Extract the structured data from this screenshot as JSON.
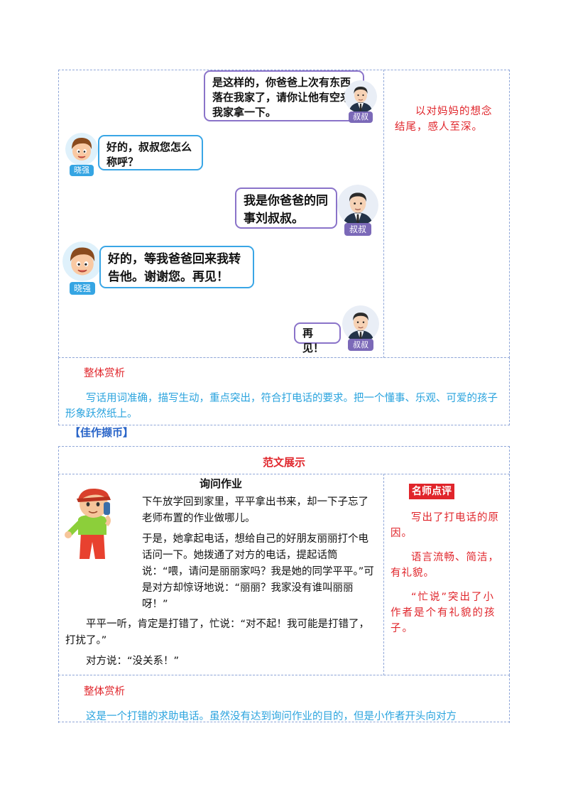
{
  "dialog": [
    {
      "speaker_tag": "叔叔",
      "text": "是这样的，你爸爸上次有东西落在我家了，请你让他有空来我家拿一下。"
    },
    {
      "speaker_tag": "晓强",
      "text": "好的，叔叔您怎么称呼？"
    },
    {
      "speaker_tag": "叔叔",
      "text": "我是你爸爸的同事刘叔叔。"
    },
    {
      "speaker_tag": "晓强",
      "text": "好的，等我爸爸回来我转告他。谢谢您。再见！"
    },
    {
      "speaker_tag": "叔叔",
      "text": "再见！"
    }
  ],
  "top_note": "以对妈妈的想念结尾，感人至深。",
  "overall1": {
    "title": "整体赏析",
    "text": "写话用词准确，描写生动，重点突出，符合打电话的要求。把一个懂事、乐观、可爱的孩子形象跃然纸上。"
  },
  "section_label": "【佳作撷币】",
  "sample": {
    "header": "范文展示",
    "essay_title": "询问作业",
    "paragraphs": [
      "下午放学回到家里，平平拿出书来，却一下子忘了老师布置的作业做哪儿。",
      "于是，她拿起电话，想给自己的好朋友丽丽打个电话问一下。她拨通了对方的电话，提起话筒说：“喂，请问是丽丽家吗？我是她的同学平平。”可是对方却惊讶地说：“丽丽？我家没有谁叫丽丽呀！”",
      "平平一听，肯定是打错了，忙说：“对不起！我可能是打错了，打扰了。”",
      "对方说：“没关系！”"
    ]
  },
  "teacher_comment": {
    "label": "名师点评",
    "notes": [
      "写出了打电话的原因。",
      "语言流畅、简洁，有礼貌。",
      "“忙说”突出了小作者是个有礼貌的孩子。"
    ]
  },
  "overall2": {
    "title": "整体赏析",
    "text": "这是一个打错的求助电话。虽然没有达到询问作业的目的，但是小作者开头向对方"
  },
  "colors": {
    "red": "#e0252b",
    "blue": "#29a3de",
    "purple": "#7b69b8",
    "dash": "#8fa6d8"
  }
}
